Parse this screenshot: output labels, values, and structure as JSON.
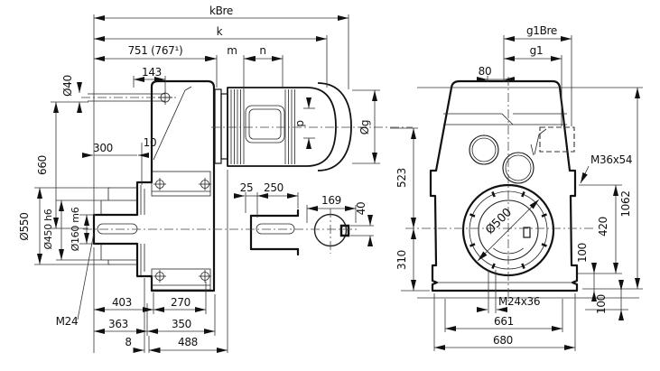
{
  "meta": {
    "background": "#ffffff",
    "line_color": "#1a1a1a",
    "type": "dimensional engineering drawing, geared motor, two views"
  },
  "drawing": {
    "left_view": {
      "dims": {
        "kbre": "kBre",
        "k": "k",
        "len751": "751 (767¹)",
        "m": "m",
        "n": "n",
        "d143": "143",
        "dia40": "Ø40",
        "d300": "300",
        "d10": "10",
        "d660": "660",
        "dia550": "Ø550",
        "dia450_h6": "Ø450 h6",
        "dia160_m6": "Ø160 m6",
        "m24": "M24",
        "d403": "403",
        "d270": "270",
        "d363": "363",
        "d350": "350",
        "d8": "8",
        "d488": "488",
        "d25": "25",
        "d250": "250",
        "d169": "169",
        "d40": "40",
        "p": "p",
        "dia_g": "Øg"
      }
    },
    "right_view": {
      "dims": {
        "g1bre": "g1Bre",
        "g1": "g1",
        "d80": "80",
        "m36x54": "M36x54",
        "d523": "523",
        "d310": "310",
        "d1062": "1062",
        "d420": "420",
        "d100_upper": "100",
        "d100_lower": "100",
        "dia500": "Ø500",
        "m24x36": "M24x36",
        "d661": "661",
        "d680": "680"
      }
    }
  }
}
